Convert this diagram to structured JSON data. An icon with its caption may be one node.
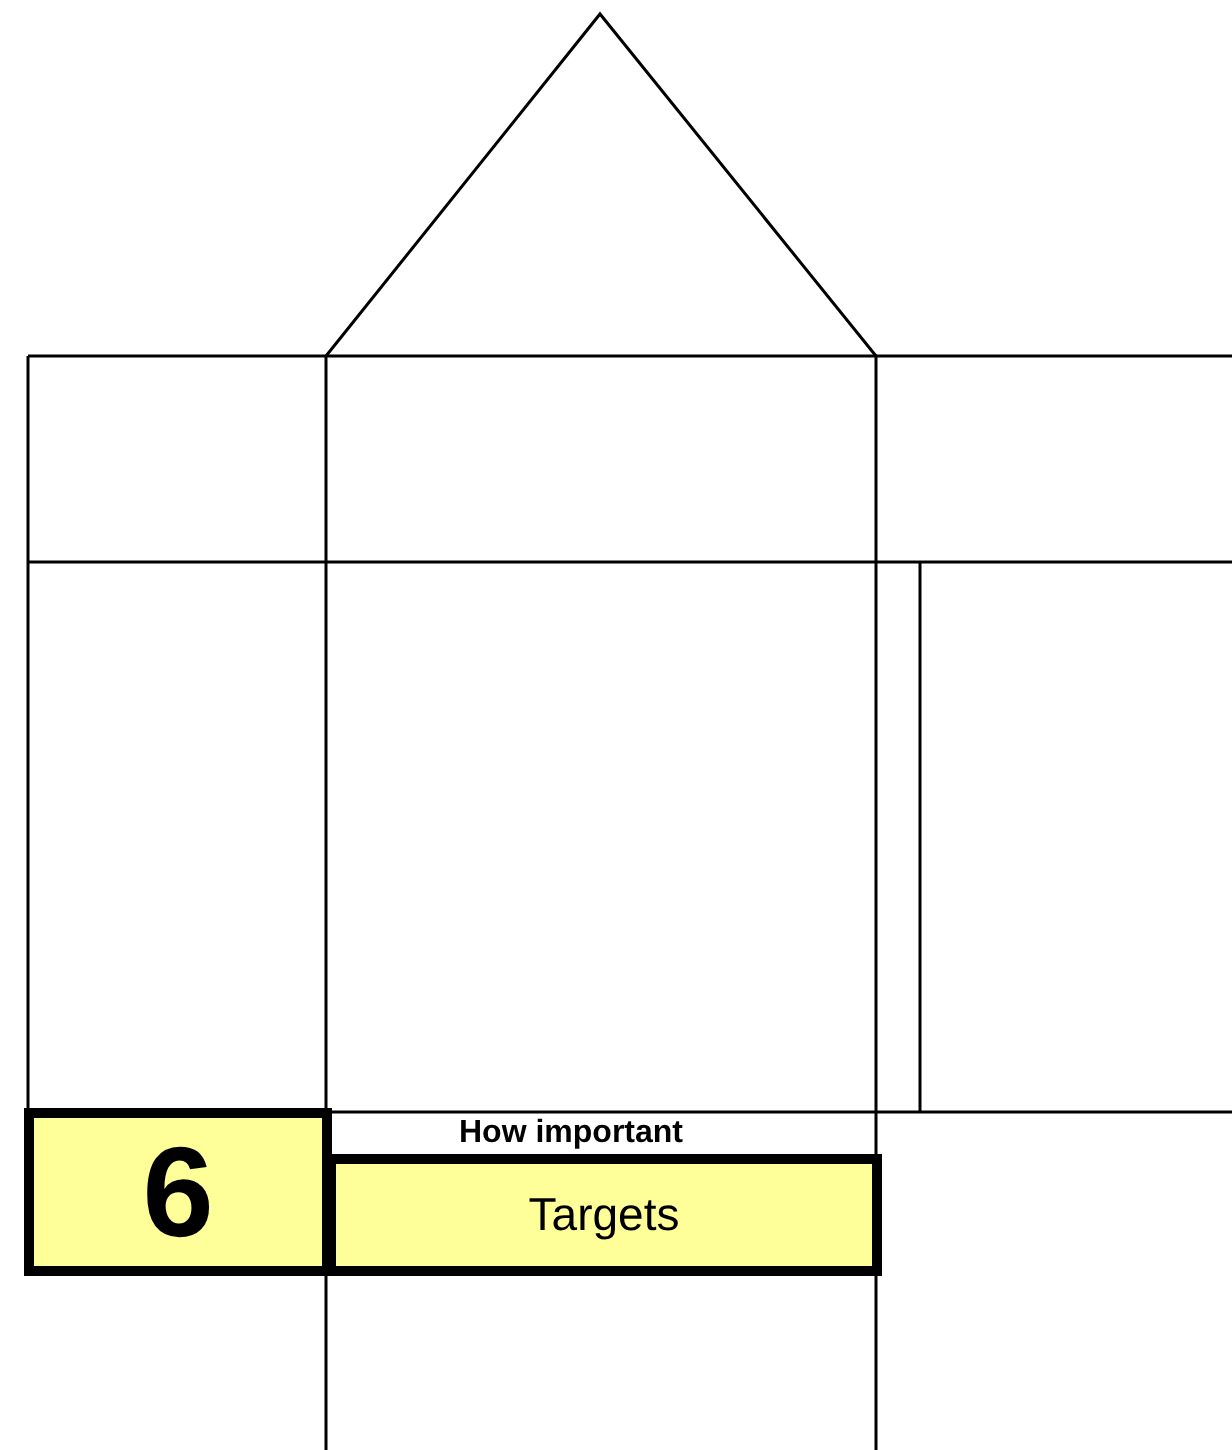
{
  "diagram": {
    "nodes": [
      {
        "text": [
          "6"
        ]
      },
      {
        "text": [
          "Targets"
        ]
      }
    ],
    "labels": [
      "How important"
    ]
  }
}
